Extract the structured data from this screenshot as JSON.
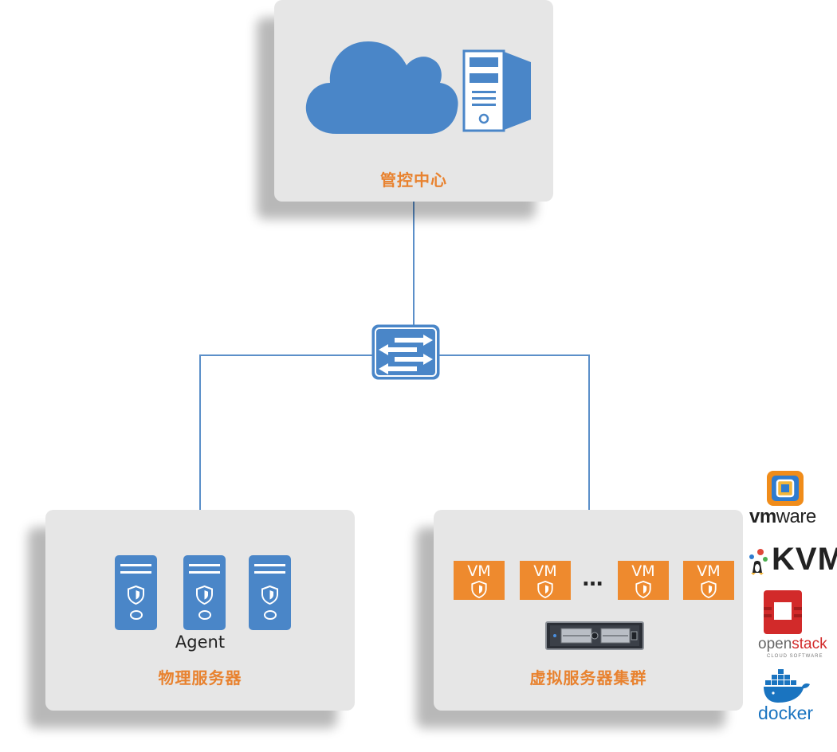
{
  "nodes": {
    "management_center": {
      "label": "管控中心"
    },
    "physical_servers": {
      "label": "物理服务器",
      "agent_label": "Agent"
    },
    "virtual_cluster": {
      "label": "虚拟服务器集群",
      "vm_labels": [
        "VM",
        "VM",
        "VM",
        "VM"
      ],
      "ellipsis": "…"
    }
  },
  "platforms": {
    "vmware": {
      "prefix": "vm",
      "suffix": "ware"
    },
    "kvm": "KVM",
    "openstack": {
      "prefix": "open",
      "accent": "stack",
      "sub": "CLOUD SOFTWARE"
    },
    "docker": "docker"
  },
  "colors": {
    "accent_orange": "#e8822f",
    "vm_orange": "#ee8a2e",
    "device_blue": "#4a86c8",
    "line_blue": "#5b8fc9",
    "panel_gray": "#e6e6e6"
  },
  "icons": [
    "cloud-icon",
    "server-tower-icon",
    "network-switch-icon",
    "shield-icon",
    "rack-server-icon",
    "vmware-logo",
    "kvm-logo",
    "openstack-logo",
    "docker-logo"
  ]
}
